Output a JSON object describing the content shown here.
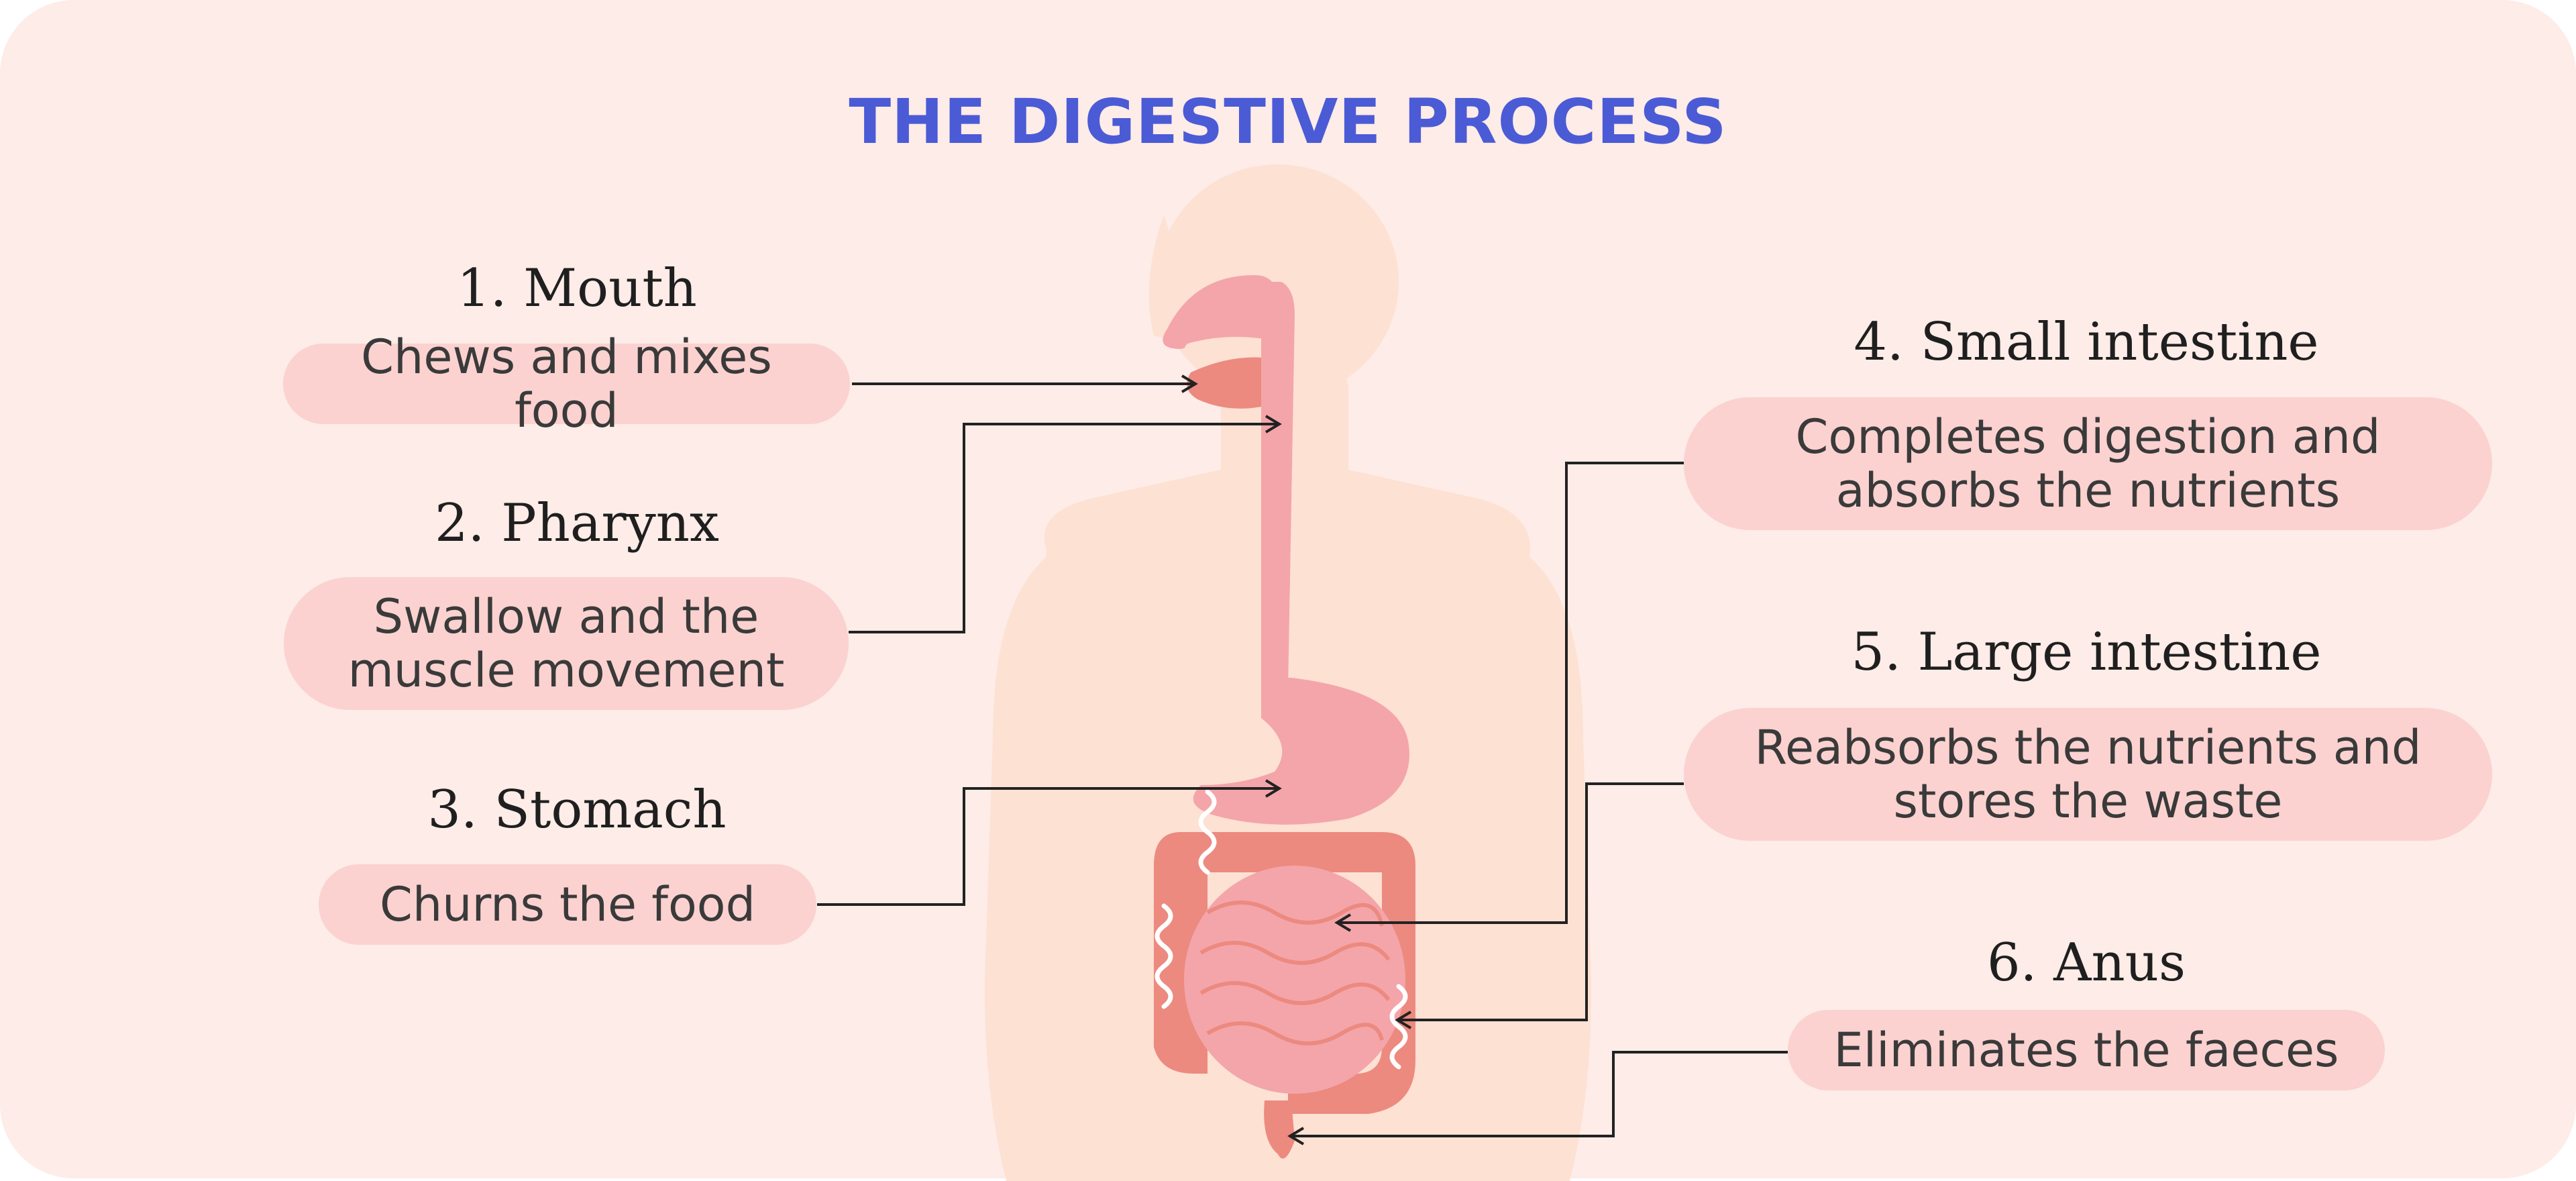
{
  "title": "THE DIGESTIVE PROCESS",
  "colors": {
    "background": "#fdece7",
    "title": "#4b5bd6",
    "pill": "#fbd2d0",
    "body_silhouette": "#fde1d3",
    "organ_pink": "#f4a5aa",
    "organ_dark": "#ec8a80",
    "connector": "#222222"
  },
  "stages": [
    {
      "heading": "1. Mouth",
      "description": "Chews and mixes food"
    },
    {
      "heading": "2. Pharynx",
      "description": "Swallow and the\nmuscle movement"
    },
    {
      "heading": "3. Stomach",
      "description": "Churns the food"
    },
    {
      "heading": "4. Small intestine",
      "description": "Completes digestion and\nabsorbs the nutrients"
    },
    {
      "heading": "5. Large intestine",
      "description": "Reabsorbs the nutrients and\nstores the waste"
    },
    {
      "heading": "6. Anus",
      "description": "Eliminates the faeces"
    }
  ]
}
